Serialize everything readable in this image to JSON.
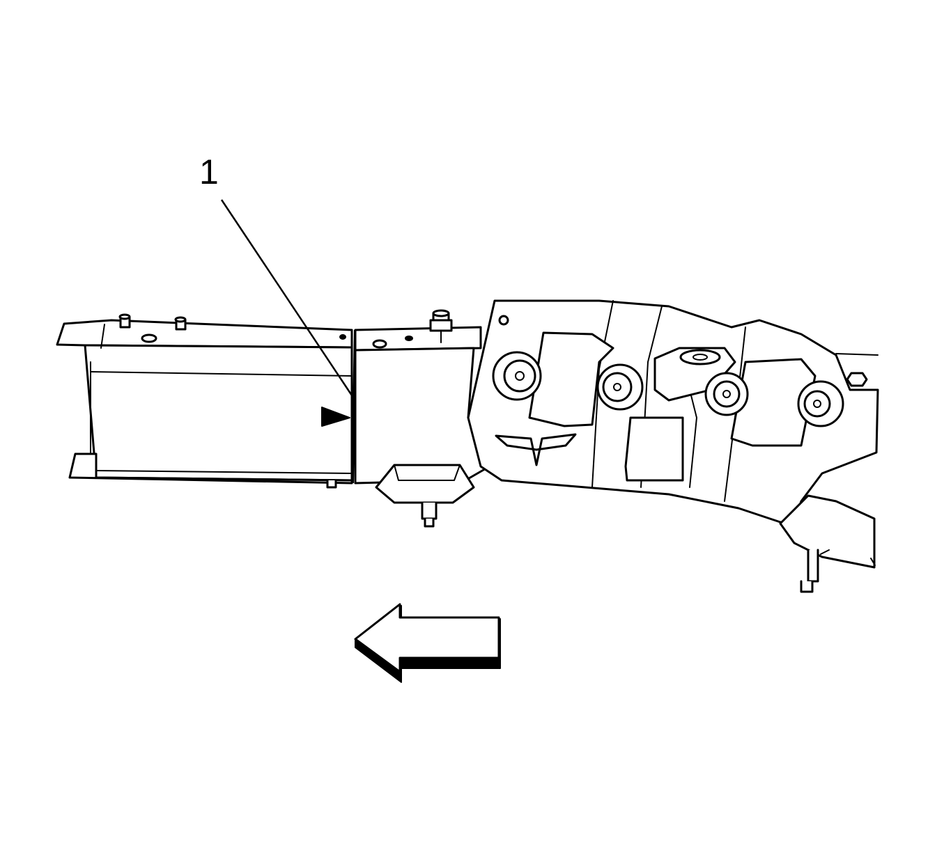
{
  "callouts": [
    {
      "number": "1",
      "target": "frame-rail-section-joint"
    }
  ],
  "direction_indicator": "arrow-left",
  "colors": {
    "line": "#000000",
    "background": "#ffffff"
  }
}
